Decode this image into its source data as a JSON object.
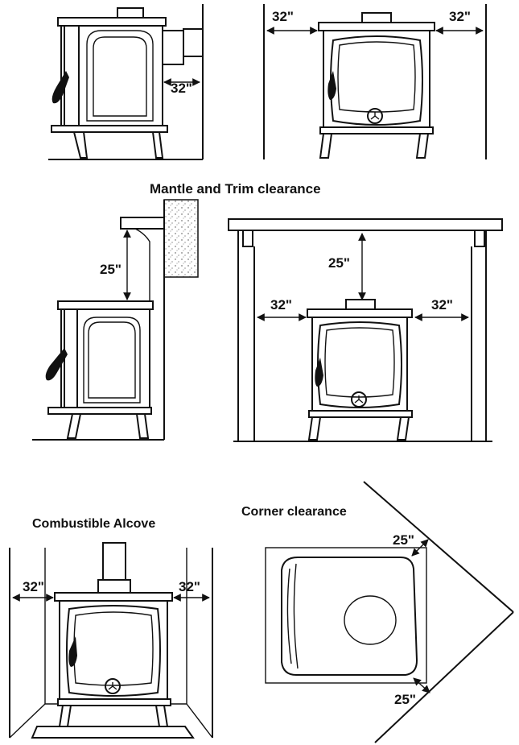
{
  "sections": {
    "mantle_title": "Mantle and Trim clearance",
    "alcove_title": "Combustible Alcove",
    "corner_title": "Corner clearance"
  },
  "dimensions": {
    "side_rear": "32\"",
    "front_left": "32\"",
    "front_right": "32\"",
    "mantle_side_height": "25\"",
    "mantle_front_height": "25\"",
    "mantle_front_left": "32\"",
    "mantle_front_right": "32\"",
    "alcove_left": "32\"",
    "alcove_right": "32\"",
    "corner_top": "25\"",
    "corner_bottom": "25\""
  }
}
